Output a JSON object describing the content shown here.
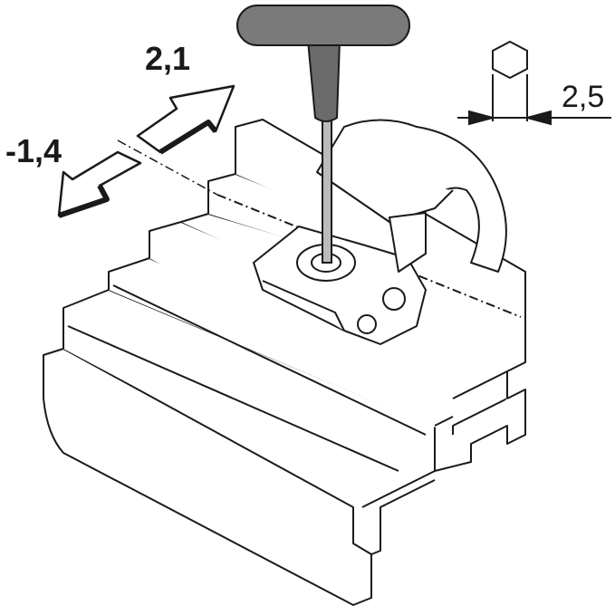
{
  "adjustment": {
    "positive_value": "2,1",
    "negative_value": "-1,4"
  },
  "tool": {
    "hex_key_size": "2,5"
  },
  "colors": {
    "line": "#1a1a1a",
    "tool_handle": "#6b6b6b",
    "arrow_fill": "#ffffff"
  }
}
